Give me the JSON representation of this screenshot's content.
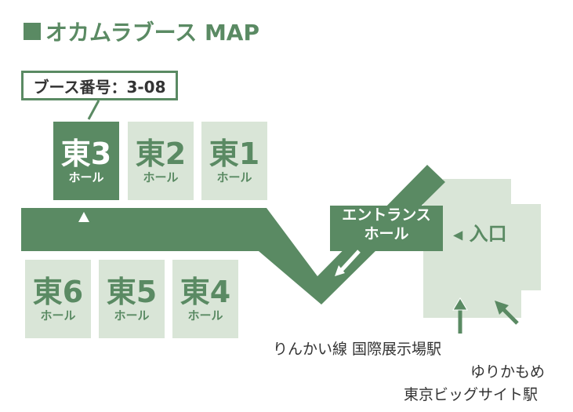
{
  "title": "オカムラブース MAP",
  "booth_callout": "ブース番号：3-08",
  "halls": [
    {
      "id": "east3",
      "num": "東3",
      "sub": "ホール",
      "active": true
    },
    {
      "id": "east2",
      "num": "東2",
      "sub": "ホール",
      "active": false
    },
    {
      "id": "east1",
      "num": "東1",
      "sub": "ホール",
      "active": false
    },
    {
      "id": "east6",
      "num": "東6",
      "sub": "ホール",
      "active": false
    },
    {
      "id": "east5",
      "num": "東5",
      "sub": "ホール",
      "active": false
    },
    {
      "id": "east4",
      "num": "東4",
      "sub": "ホール",
      "active": false
    }
  ],
  "entrance_hall": "エントランスホール",
  "entrance_line1": "エントランス",
  "entrance_line2": "ホール",
  "entry_label": "入口",
  "entry_arrow": "◀",
  "stations": {
    "station1": "りんかい線 国際展示場駅",
    "station2_line1": "ゆりかもめ",
    "station2_line2": "東京ビッグサイト駅"
  },
  "colors": {
    "accent": "#5a8a63",
    "light": "#d9e5d7"
  }
}
